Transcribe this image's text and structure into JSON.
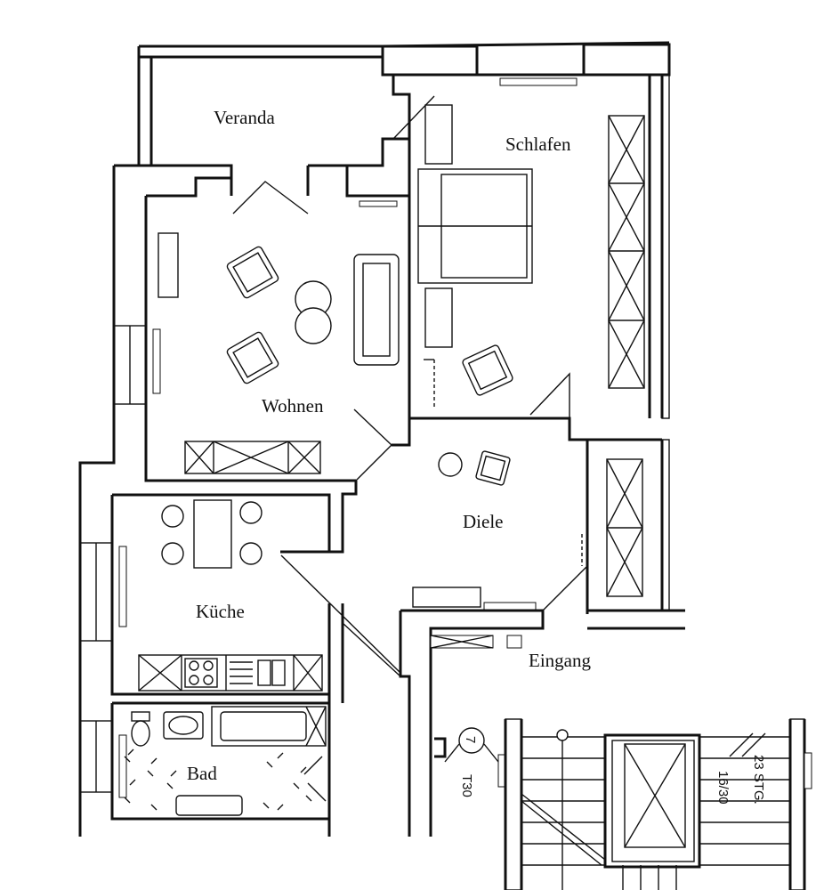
{
  "rooms": {
    "veranda": "Veranda",
    "schlafen": "Schlafen",
    "wohnen": "Wohnen",
    "diele": "Diele",
    "kueche": "Küche",
    "bad": "Bad",
    "eingang": "Eingang"
  },
  "stair": {
    "marker": "7",
    "t30": "T30",
    "count": "16/30",
    "stg": "23 STG."
  }
}
